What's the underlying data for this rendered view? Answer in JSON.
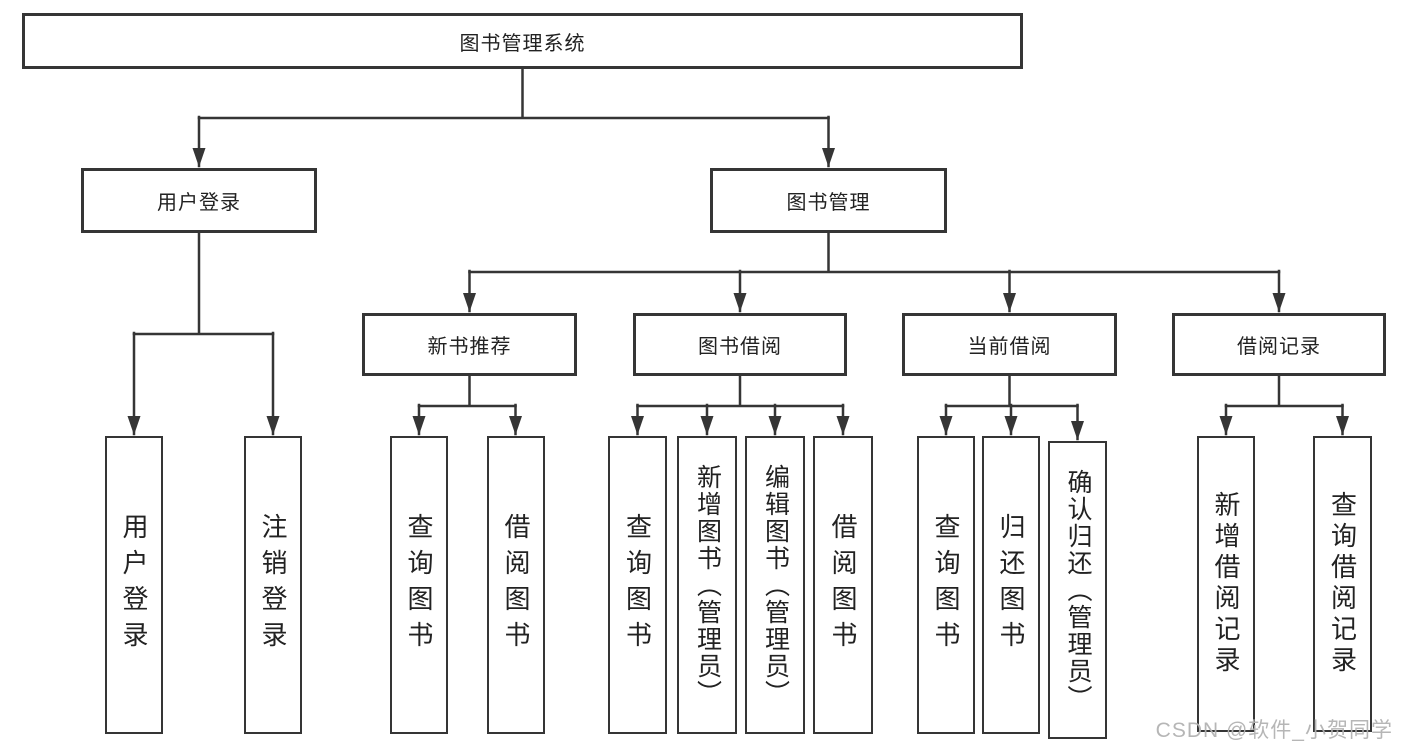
{
  "diagram": {
    "root": {
      "label": "图书管理系统"
    },
    "level2": {
      "user_login": {
        "label": "用户登录"
      },
      "book_management": {
        "label": "图书管理"
      }
    },
    "level3": {
      "new_book_recommend": {
        "label": "新书推荐"
      },
      "book_borrow": {
        "label": "图书借阅"
      },
      "current_borrow": {
        "label": "当前借阅"
      },
      "borrow_records": {
        "label": "借阅记录"
      }
    },
    "leaves": {
      "user_login_leaf": {
        "label": "用户登录"
      },
      "logout_leaf": {
        "label": "注销登录"
      },
      "recommend_search_book": {
        "label": "查询图书"
      },
      "recommend_borrow_book": {
        "label": "借阅图书"
      },
      "borrow_search_book": {
        "label": "查询图书"
      },
      "borrow_add_book": {
        "label": "新增图书（管理员）"
      },
      "borrow_edit_book": {
        "label": "编辑图书（管理员）"
      },
      "borrow_borrow_book": {
        "label": "借阅图书"
      },
      "current_search_book": {
        "label": "查询图书"
      },
      "current_return_book": {
        "label": "归还图书"
      },
      "current_confirm_return": {
        "label": "确认归还（管理员）"
      },
      "records_add_record": {
        "label": "新增借阅记录"
      },
      "records_search_record": {
        "label": "查询借阅记录"
      }
    },
    "edges": [
      {
        "from": "root",
        "to": "user_login"
      },
      {
        "from": "root",
        "to": "book_management"
      },
      {
        "from": "user_login",
        "to": "user_login_leaf"
      },
      {
        "from": "user_login",
        "to": "logout_leaf"
      },
      {
        "from": "book_management",
        "to": "new_book_recommend"
      },
      {
        "from": "book_management",
        "to": "book_borrow"
      },
      {
        "from": "book_management",
        "to": "current_borrow"
      },
      {
        "from": "book_management",
        "to": "borrow_records"
      },
      {
        "from": "new_book_recommend",
        "to": "recommend_search_book"
      },
      {
        "from": "new_book_recommend",
        "to": "recommend_borrow_book"
      },
      {
        "from": "book_borrow",
        "to": "borrow_search_book"
      },
      {
        "from": "book_borrow",
        "to": "borrow_add_book"
      },
      {
        "from": "book_borrow",
        "to": "borrow_edit_book"
      },
      {
        "from": "book_borrow",
        "to": "borrow_borrow_book"
      },
      {
        "from": "current_borrow",
        "to": "current_search_book"
      },
      {
        "from": "current_borrow",
        "to": "current_return_book"
      },
      {
        "from": "current_borrow",
        "to": "current_confirm_return"
      },
      {
        "from": "borrow_records",
        "to": "records_add_record"
      },
      {
        "from": "borrow_records",
        "to": "records_search_record"
      }
    ]
  },
  "watermark": {
    "text": "CSDN @软件_小贺同学"
  },
  "colors": {
    "line": "#353535",
    "box_border": "#353535",
    "text": "#222222",
    "watermark": "#b2b2b2",
    "background": "#ffffff"
  }
}
